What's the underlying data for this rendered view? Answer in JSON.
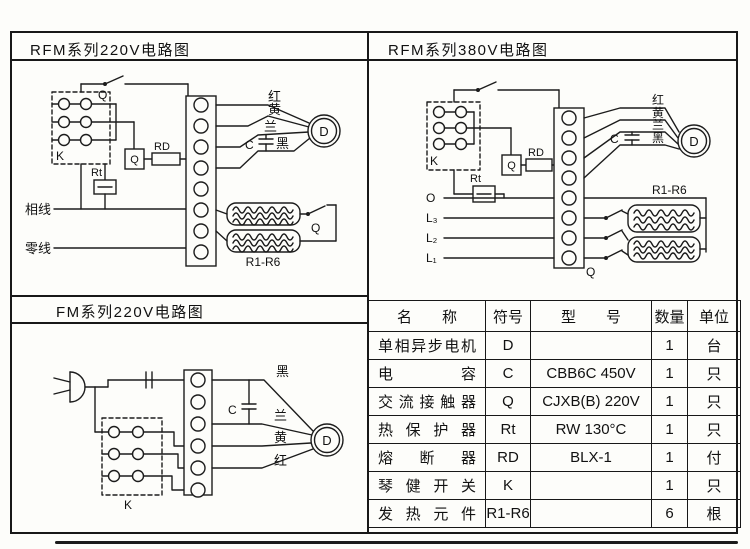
{
  "titles": {
    "rfm220": "RFM系列220V电路图",
    "rfm380": "RFM系列380V电路图",
    "fm220": "FM系列220V电路图"
  },
  "d220": {
    "k": "K",
    "q_top": "Q",
    "q_box": "Q",
    "rd": "RD",
    "rt": "Rt",
    "live": "相线",
    "neutral": "零线",
    "red": "红",
    "yellow": "黄",
    "blue": "兰",
    "black": "黑",
    "c": "C",
    "motor": "D",
    "r_range": "R1-R6",
    "q_switch": "Q"
  },
  "d380": {
    "k": "K",
    "q_box": "Q",
    "rd": "RD",
    "rt": "Rt",
    "red": "红",
    "yellow": "黄",
    "blue": "兰",
    "black": "黑",
    "c": "C",
    "motor": "D",
    "phase_o": "O",
    "phase_l3": "L₃",
    "phase_l2": "L₂",
    "phase_l1": "L₁",
    "r_range": "R1-R6",
    "q_switch": "Q"
  },
  "dfm": {
    "c": "C",
    "motor": "D",
    "k": "K",
    "black": "黑",
    "blue": "兰",
    "yellow": "黄",
    "red": "红"
  },
  "table": {
    "headers": [
      "名称",
      "符号",
      "型号",
      "数量",
      "单位"
    ],
    "rows": [
      {
        "name": "单相异步电机",
        "symbol": "D",
        "model": "",
        "qty": "1",
        "unit": "台"
      },
      {
        "name": "电容",
        "symbol": "C",
        "model": "CBB6C 450V",
        "qty": "1",
        "unit": "只"
      },
      {
        "name": "交流接触器",
        "symbol": "Q",
        "model": "CJXB(B) 220V",
        "qty": "1",
        "unit": "只"
      },
      {
        "name": "热保护器",
        "symbol": "Rt",
        "model": "RW 130°C",
        "qty": "1",
        "unit": "只"
      },
      {
        "name": "熔断器",
        "symbol": "RD",
        "model": "BLX-1",
        "qty": "1",
        "unit": "付"
      },
      {
        "name": "琴健开关",
        "symbol": "K",
        "model": "",
        "qty": "1",
        "unit": "只"
      },
      {
        "name": "发热元件",
        "symbol": "R1-R6",
        "model": "",
        "qty": "6",
        "unit": "根"
      }
    ]
  }
}
